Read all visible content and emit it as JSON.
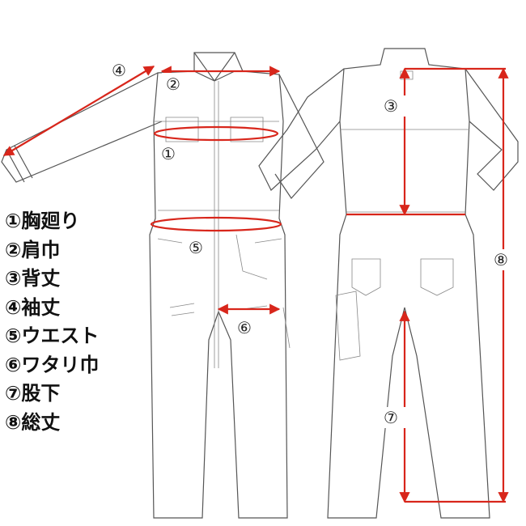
{
  "legend": [
    {
      "num": "①",
      "label": "胸廻り"
    },
    {
      "num": "②",
      "label": "肩巾"
    },
    {
      "num": "③",
      "label": "背丈"
    },
    {
      "num": "④",
      "label": "袖丈"
    },
    {
      "num": "⑤",
      "label": "ウエスト"
    },
    {
      "num": "⑥",
      "label": "ワタリ巾"
    },
    {
      "num": "⑦",
      "label": "股下"
    },
    {
      "num": "⑧",
      "label": "総丈"
    }
  ],
  "markers": {
    "m1": "①",
    "m2": "②",
    "m3": "③",
    "m4": "④",
    "m5": "⑤",
    "m6": "⑥",
    "m7": "⑦",
    "m8": "⑧"
  },
  "colors": {
    "measure_line": "#d8261b",
    "outline": "#555555"
  }
}
